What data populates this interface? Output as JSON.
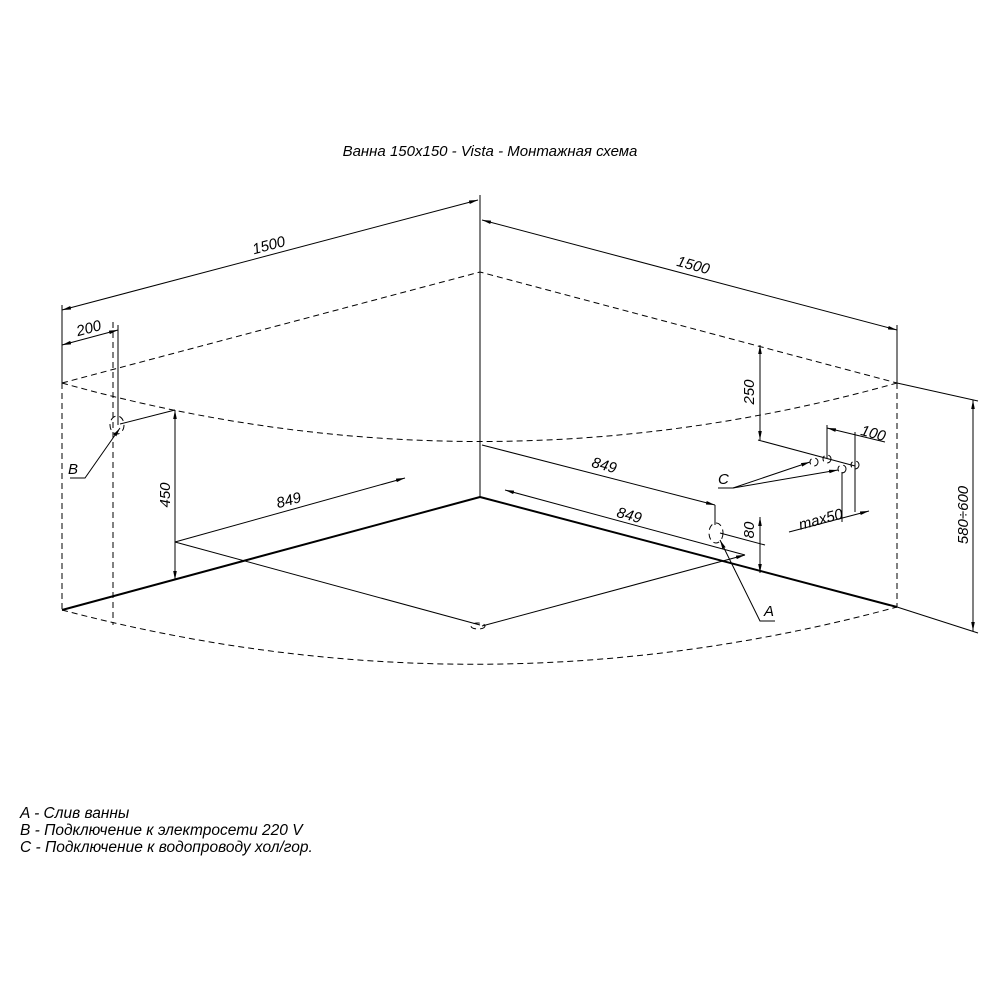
{
  "title": "Ванна 150x150 - Vista - Монтажная схема",
  "dimensions": {
    "width_left": "1500",
    "width_right": "1500",
    "b_offset": "200",
    "b_height": "450",
    "drain_left": "849",
    "drain_right_upper": "849",
    "drain_right_lower": "849",
    "c_height": "250",
    "c_spacing": "100",
    "c_max": "max50",
    "a_height": "80",
    "total_height": "580÷600"
  },
  "markers": {
    "a": "A",
    "b": "B",
    "c": "C"
  },
  "legend": [
    "A - Слив ванны",
    "B - Подключение к электросети 220 V",
    "C - Подключение к водопроводу хол/гор."
  ]
}
